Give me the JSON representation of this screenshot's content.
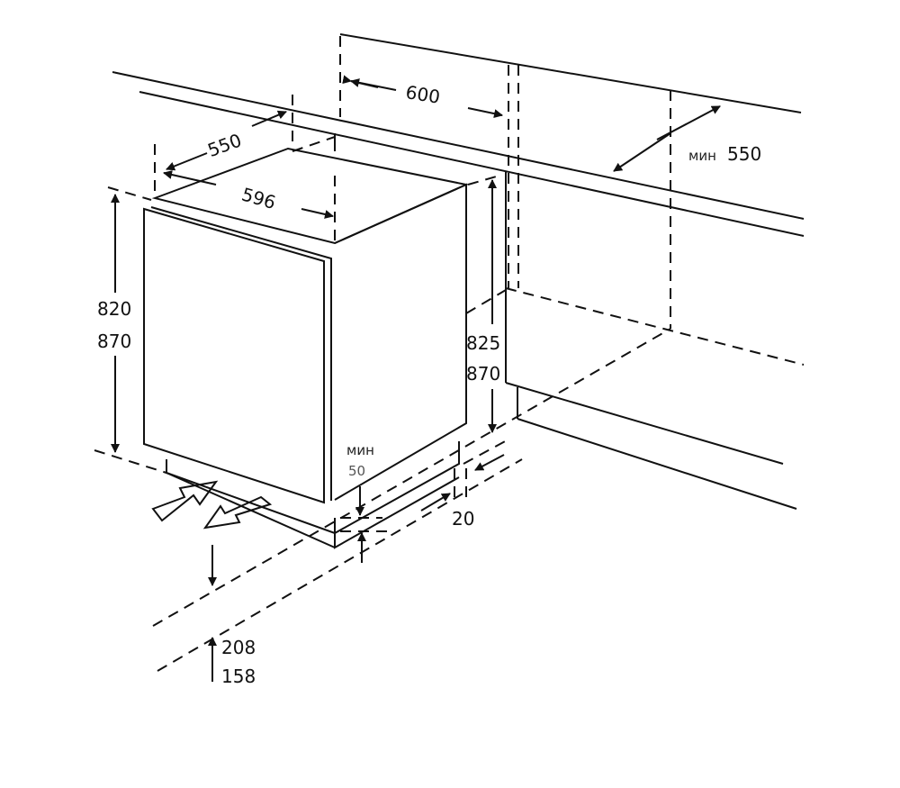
{
  "title": "Built-in appliance installation dimensions",
  "dimensions": {
    "niche_width": "600",
    "niche_depth_prefix": "мин",
    "niche_depth": "550",
    "appliance_depth": "550",
    "appliance_width": "596",
    "appliance_height_1": "820",
    "appliance_height_2": "870",
    "niche_height_1": "825",
    "niche_height_2": "870",
    "vent_gap_prefix": "мин",
    "vent_gap": "50",
    "rear_gap": "20",
    "plinth_height_1": "208",
    "plinth_height_2": "158"
  }
}
